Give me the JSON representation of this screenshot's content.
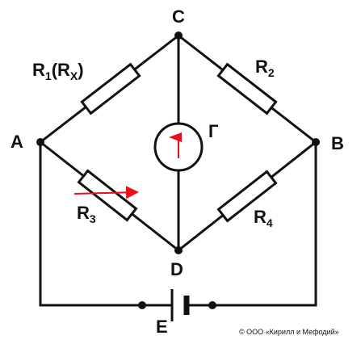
{
  "nodes": {
    "a": "A",
    "b": "B",
    "c": "C",
    "d": "D"
  },
  "resistors": {
    "r1": {
      "main": "R",
      "sub": "1",
      "paren_open": "(",
      "rx_main": "R",
      "rx_sub": "X",
      "paren_close": ")"
    },
    "r2": {
      "main": "R",
      "sub": "2"
    },
    "r3": {
      "main": "R",
      "sub": "3"
    },
    "r4": {
      "main": "R",
      "sub": "4"
    }
  },
  "galvanometer": {
    "label": "Г"
  },
  "battery": {
    "label": "E"
  },
  "copyright": "© ООО «Кирилл и Мефодий»",
  "colors": {
    "wire": "#111111",
    "arrow": "#e8101a",
    "background": "#ffffff"
  }
}
